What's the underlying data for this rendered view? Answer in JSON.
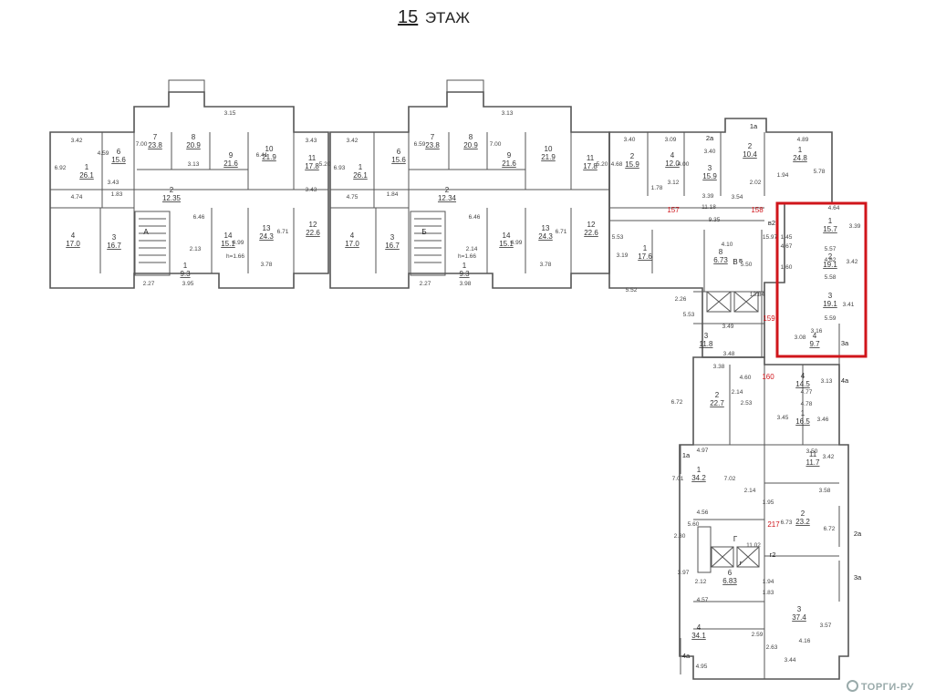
{
  "floor": {
    "number": "15",
    "label": "ЭТАЖ"
  },
  "watermark": "ТОРГИ-РУ",
  "colors": {
    "wall": "#555555",
    "highlight": "#d0151b",
    "apt_number": "#d0151b",
    "text": "#333333"
  },
  "sections": [
    "А",
    "Б",
    "В",
    "Г"
  ],
  "apartment_numbers": [
    "157",
    "158",
    "159",
    "160",
    "217"
  ],
  "rooms": [
    {
      "id": "a-1",
      "no": "1",
      "area": "26.1"
    },
    {
      "id": "a-2",
      "no": "2",
      "area": "12.35"
    },
    {
      "id": "a-3",
      "no": "3",
      "area": "16.7"
    },
    {
      "id": "a-4",
      "no": "4",
      "area": "17.0"
    },
    {
      "id": "a-6",
      "no": "6",
      "area": "15.6"
    },
    {
      "id": "a-7",
      "no": "7",
      "area": "23.8"
    },
    {
      "id": "a-8",
      "no": "8",
      "area": "20.9"
    },
    {
      "id": "a-9",
      "no": "9",
      "area": "21.6"
    },
    {
      "id": "a-10",
      "no": "10",
      "area": "21.9"
    },
    {
      "id": "a-11",
      "no": "11",
      "area": "17.8"
    },
    {
      "id": "a-12",
      "no": "12",
      "area": "22.6"
    },
    {
      "id": "a-13",
      "no": "13",
      "area": "24.3"
    },
    {
      "id": "a-14",
      "no": "14",
      "area": "15.1"
    },
    {
      "id": "a-lift",
      "no": "1",
      "area": "9.3"
    },
    {
      "id": "b-1",
      "no": "1",
      "area": "26.1"
    },
    {
      "id": "b-2",
      "no": "2",
      "area": "12.34"
    },
    {
      "id": "b-3",
      "no": "3",
      "area": "16.7"
    },
    {
      "id": "b-4",
      "no": "4",
      "area": "17.0"
    },
    {
      "id": "b-6",
      "no": "6",
      "area": "15.6"
    },
    {
      "id": "b-7",
      "no": "7",
      "area": "23.8"
    },
    {
      "id": "b-8",
      "no": "8",
      "area": "20.9"
    },
    {
      "id": "b-9",
      "no": "9",
      "area": "21.6"
    },
    {
      "id": "b-10",
      "no": "10",
      "area": "21.9"
    },
    {
      "id": "b-11",
      "no": "11",
      "area": "17.8"
    },
    {
      "id": "b-12",
      "no": "12",
      "area": "22.6"
    },
    {
      "id": "b-13",
      "no": "13",
      "area": "24.3"
    },
    {
      "id": "b-14",
      "no": "14",
      "area": "15.1"
    },
    {
      "id": "b-lift",
      "no": "1",
      "area": "9.3"
    },
    {
      "id": "c-2",
      "no": "2",
      "area": "15.9"
    },
    {
      "id": "c-4",
      "no": "4",
      "area": "12.0"
    },
    {
      "id": "c-3",
      "no": "3",
      "area": "15.9"
    },
    {
      "id": "c-10",
      "no": "2",
      "area": "10.4"
    },
    {
      "id": "c-1",
      "no": "1",
      "area": "24.8"
    },
    {
      "id": "c-17",
      "no": "1",
      "area": "17.6"
    },
    {
      "id": "c-8",
      "no": "8",
      "area": "6.73"
    },
    {
      "id": "c-3b",
      "no": "3",
      "area": "11.8"
    },
    {
      "id": "h-1",
      "no": "1",
      "area": "15.7"
    },
    {
      "id": "h-2",
      "no": "2",
      "area": "19.1"
    },
    {
      "id": "h-3",
      "no": "3",
      "area": "19.1"
    },
    {
      "id": "h-4",
      "no": "4",
      "area": "9.7"
    },
    {
      "id": "d-4",
      "no": "4",
      "area": "14.5"
    },
    {
      "id": "d-2",
      "no": "2",
      "area": "22.7"
    },
    {
      "id": "d-1",
      "no": "1",
      "area": "16.5"
    },
    {
      "id": "d-11",
      "no": "11",
      "area": "11.7"
    },
    {
      "id": "e-1",
      "no": "1",
      "area": "34.2"
    },
    {
      "id": "e-2",
      "no": "2",
      "area": "23.2"
    },
    {
      "id": "e-6",
      "no": "6",
      "area": "6.83"
    },
    {
      "id": "e-3",
      "no": "3",
      "area": "37.4"
    },
    {
      "id": "e-4",
      "no": "4",
      "area": "34.1"
    }
  ],
  "dimensions": [
    "3.15",
    "3.42",
    "3.43",
    "6.92",
    "4.74",
    "1.83",
    "3.43",
    "3.95",
    "2.27",
    "6.46",
    "2.13",
    "4.99",
    "6.71",
    "3.78",
    "5.20",
    "7.00",
    "3.13",
    "6.41",
    "4.59",
    "h=1.66",
    "3.13",
    "3.42",
    "3.43",
    "6.93",
    "4.75",
    "1.84",
    "3.98",
    "2.27",
    "6.46",
    "2.14",
    "4.99",
    "6.71",
    "3.78",
    "5.20",
    "7.00",
    "6.59",
    "h=1.66",
    "3.40",
    "3.09",
    "3.40",
    "4.68",
    "4.00",
    "1.78",
    "3.12",
    "3.39",
    "3.54",
    "2.02",
    "1.94",
    "4.89",
    "5.78",
    "11.18",
    "9.35",
    "4.10",
    "5.50",
    "5.53",
    "5.52",
    "3.19",
    "15.97",
    "13.84",
    "3.49",
    "3.48",
    "2.26",
    "5.53",
    "4.64",
    "3.39",
    "5.57",
    "3.42",
    "4.62",
    "5.58",
    "5.59",
    "3.41",
    "4.67",
    "1.60",
    "1.45",
    "3.16",
    "3.08",
    "3.38",
    "6.72",
    "3.13",
    "4.77",
    "4.78",
    "3.45",
    "3.46",
    "2.14",
    "2.53",
    "4.60",
    "4.97",
    "7.01",
    "7.02",
    "4.56",
    "3.50",
    "3.42",
    "2.14",
    "1.95",
    "3.58",
    "6.73",
    "6.72",
    "1.94",
    "3.57",
    "11.02",
    "1.83",
    "5.60",
    "2.30",
    "3.97",
    "2.12",
    "4.57",
    "4.16",
    "2.59",
    "2.63",
    "3.44",
    "4.95"
  ],
  "unit_letters": [
    "1а",
    "2а",
    "3а",
    "4а",
    "1а",
    "2а",
    "3а",
    "4а",
    "в2",
    "г2",
    "в",
    "г"
  ]
}
